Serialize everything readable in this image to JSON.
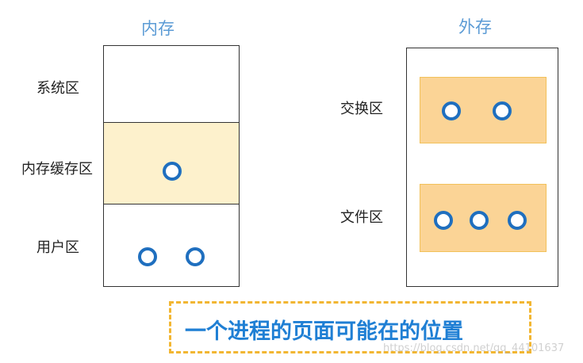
{
  "memory": {
    "title": "内存",
    "regions": [
      {
        "label": "系统区"
      },
      {
        "label": "内存缓存区"
      },
      {
        "label": "用户区"
      }
    ]
  },
  "storage": {
    "title": "外存",
    "regions": [
      {
        "label": "交换区"
      },
      {
        "label": "文件区"
      }
    ]
  },
  "caption": "一个进程的页面可能在的位置",
  "watermark": "https://blog.csdn.net/qq_44101637",
  "colors": {
    "title_blue": "#5b9bd5",
    "cache_fill": "#fdf1cc",
    "storage_fill": "#fbd496",
    "dot_blue": "#1f6fbf",
    "caption_border": "#f2b632",
    "caption_text": "#1f7fd4"
  }
}
